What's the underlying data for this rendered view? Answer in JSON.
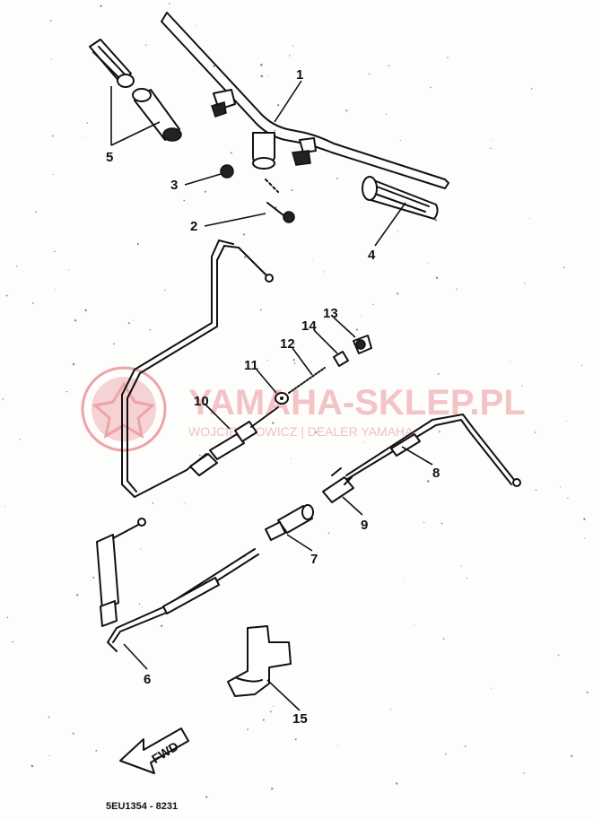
{
  "diagram": {
    "callouts": [
      {
        "id": "1",
        "label": "1"
      },
      {
        "id": "2",
        "label": "2"
      },
      {
        "id": "3",
        "label": "3"
      },
      {
        "id": "4",
        "label": "4"
      },
      {
        "id": "5",
        "label": "5"
      },
      {
        "id": "6",
        "label": "6"
      },
      {
        "id": "7",
        "label": "7"
      },
      {
        "id": "8",
        "label": "8"
      },
      {
        "id": "9",
        "label": "9"
      },
      {
        "id": "10",
        "label": "10"
      },
      {
        "id": "11",
        "label": "11"
      },
      {
        "id": "12",
        "label": "12"
      },
      {
        "id": "13",
        "label": "13"
      },
      {
        "id": "14",
        "label": "14"
      },
      {
        "id": "15",
        "label": "15"
      }
    ],
    "fwd_label": "FWD",
    "drawing_code": "5EU1354 - 8231"
  },
  "watermark": {
    "main_text": "YAMAHA-SKLEP.PL",
    "sub_text": "WOJCIECHOWICZ | DEALER YAMAHA",
    "logo_color": "#e8868c",
    "text_color": "#f2b9bd"
  },
  "colors": {
    "line": "#111111",
    "background": "#fdfdfb"
  }
}
